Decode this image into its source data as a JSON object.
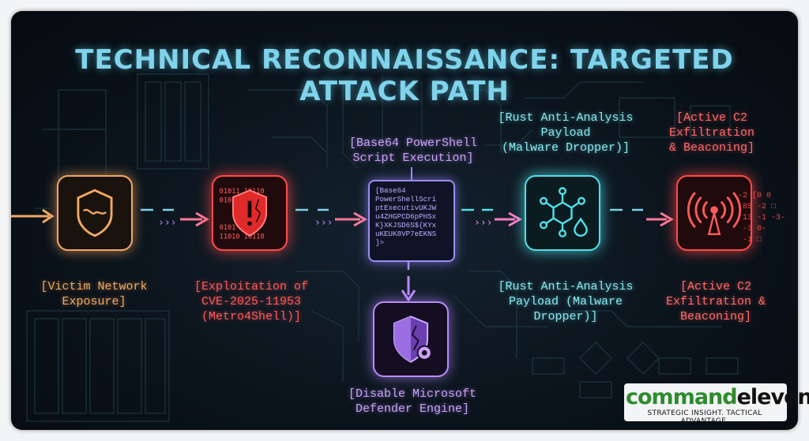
{
  "title": "TECHNICAL RECONNAISSANCE: TARGETED ATTACK PATH",
  "colors": {
    "orange": "#f0a865",
    "red": "#ff4b4b",
    "purple": "#b98cf5",
    "cyan": "#4fe0e8",
    "title": "#7fd3ea"
  },
  "nodes": [
    {
      "id": "victim",
      "icon": "shield-icon",
      "label_below": "[Victim Network\nExposure]"
    },
    {
      "id": "exploit",
      "icon": "shield-alert-icon",
      "label_below": "[Exploitation of\nCVE-2025-11953\n(Metro4Shell)]"
    },
    {
      "id": "powershell",
      "icon": "code-terminal",
      "label_above": "[Base64 PowerShell\nScript Execution]",
      "code_lines": [
        "[Base64",
        "PowerShellScri",
        "ptExecutivUKJW",
        "u4ZHGPCD6pPHSx",
        "K}XKJSD6S${KYx",
        "uKEUK8VP7eEKNS",
        "]>"
      ]
    },
    {
      "id": "defender",
      "icon": "shield-gear-icon",
      "label_below": "[Disable Microsoft\nDefender Engine]"
    },
    {
      "id": "payload",
      "icon": "molecule-icon",
      "label_above": "[Rust Anti-Analysis\nPayload\n(Malware Dropper)]",
      "label_below": "[Rust Anti-Analysis\nPayload (Malware\nDropper)]"
    },
    {
      "id": "c2",
      "icon": "broadcast-tower-icon",
      "label_above": "[Active C2\nExfiltration\n& Beaconing]",
      "label_below": "[Active C2\nExfiltration &\nBeaconing]"
    }
  ],
  "bits_text": "-2 [0 0\n 8S -2 □\n 13 -1 -3-\n -3 0-\n -1 □",
  "logo": {
    "brand_green": "command",
    "brand_dark": "eleven",
    "tagline": "STRATEGIC INSIGHT. TACTICAL ADVANTAGE."
  }
}
